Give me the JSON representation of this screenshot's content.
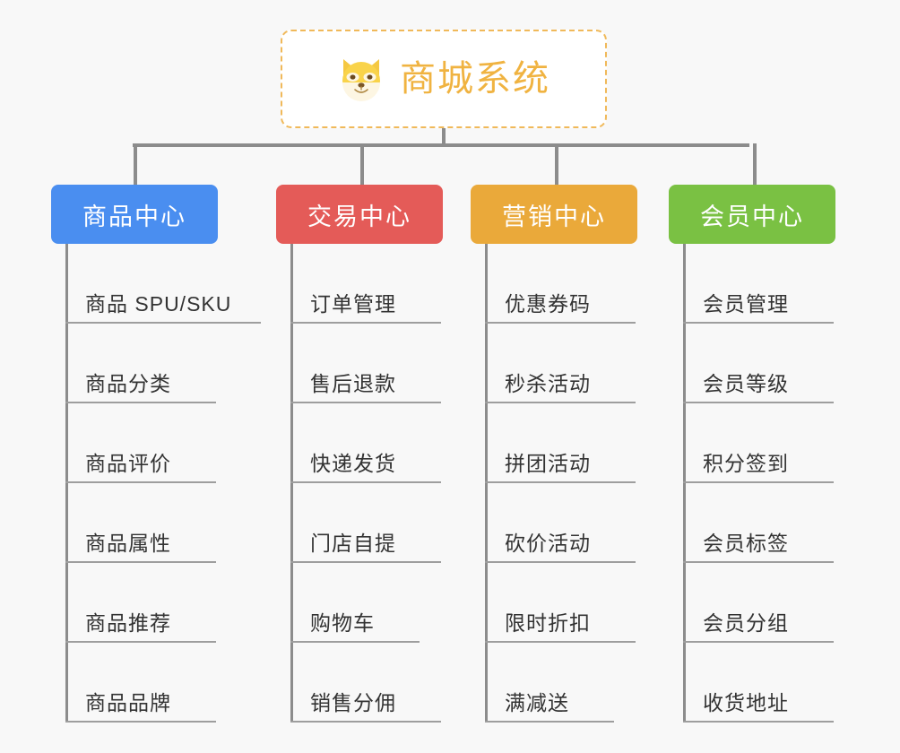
{
  "background_color": "#f8f8f8",
  "root": {
    "title": "商城系统",
    "icon": "shiba-dog-face-icon",
    "title_color": "#f0b341",
    "border_color": "#f0b95a",
    "background_color": "#ffffff"
  },
  "connector_color": "#8c8c8c",
  "columns": [
    {
      "label": "商品中心",
      "color": "#4a8ef0",
      "leaves": [
        "商品 SPU/SKU",
        "商品分类",
        "商品评价",
        "商品属性",
        "商品推荐",
        "商品品牌"
      ]
    },
    {
      "label": "交易中心",
      "color": "#e45b58",
      "leaves": [
        "订单管理",
        "售后退款",
        "快递发货",
        "门店自提",
        "购物车",
        "销售分佣"
      ]
    },
    {
      "label": "营销中心",
      "color": "#eaa93a",
      "leaves": [
        "优惠券码",
        "秒杀活动",
        "拼团活动",
        "砍价活动",
        "限时折扣",
        "满减送"
      ]
    },
    {
      "label": "会员中心",
      "color": "#7ac143",
      "leaves": [
        "会员管理",
        "会员等级",
        "积分签到",
        "会员标签",
        "会员分组",
        "收货地址"
      ]
    }
  ]
}
